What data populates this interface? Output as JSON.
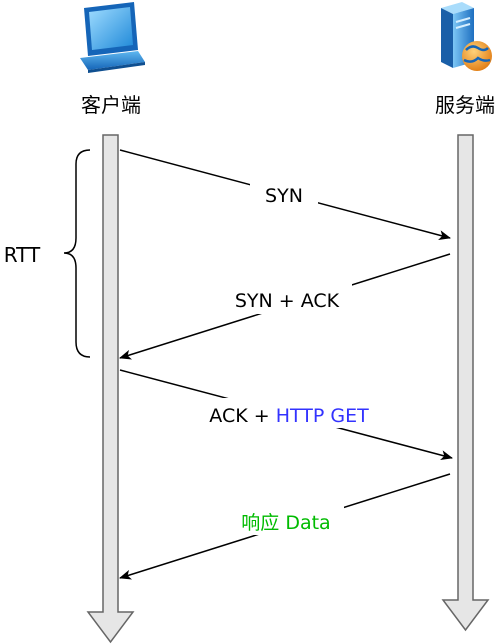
{
  "participants": {
    "client": {
      "label": "客户端",
      "icon": "laptop-icon"
    },
    "server": {
      "label": "服务端",
      "icon": "server-globe-icon"
    }
  },
  "rtt_label": "RTT",
  "messages": [
    {
      "from": "client",
      "to": "server",
      "parts": [
        {
          "text": "SYN",
          "color": "#000000"
        }
      ]
    },
    {
      "from": "server",
      "to": "client",
      "parts": [
        {
          "text": "SYN + ACK",
          "color": "#000000"
        }
      ]
    },
    {
      "from": "client",
      "to": "server",
      "parts": [
        {
          "text": "ACK + ",
          "color": "#000000"
        },
        {
          "text": "HTTP GET",
          "color": "#3333ff"
        }
      ]
    },
    {
      "from": "server",
      "to": "client",
      "parts": [
        {
          "text": "响应 Data",
          "color": "#00bb00"
        }
      ]
    }
  ],
  "colors": {
    "lifeline_fill": "#e6e6e6",
    "lifeline_stroke": "#666666",
    "arrow": "#000000",
    "http_get": "#3333ff",
    "response": "#00bb00"
  }
}
